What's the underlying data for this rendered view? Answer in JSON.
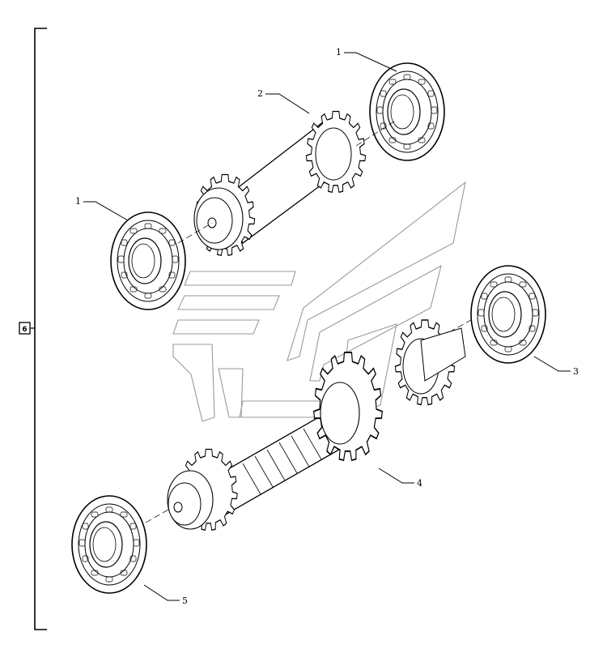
{
  "diagram": {
    "assembly_badge": "6",
    "callouts": [
      {
        "id": "c1a",
        "label": "1"
      },
      {
        "id": "c2",
        "label": "2"
      },
      {
        "id": "c1b",
        "label": "1"
      },
      {
        "id": "c3",
        "label": "3"
      },
      {
        "id": "c4",
        "label": "4"
      },
      {
        "id": "c5",
        "label": "5"
      }
    ],
    "watermark": "brand-logo-watermark",
    "parts": [
      "bearing",
      "shaft-gear",
      "bearing",
      "bearing",
      "double-gear-shaft",
      "bearing"
    ]
  }
}
